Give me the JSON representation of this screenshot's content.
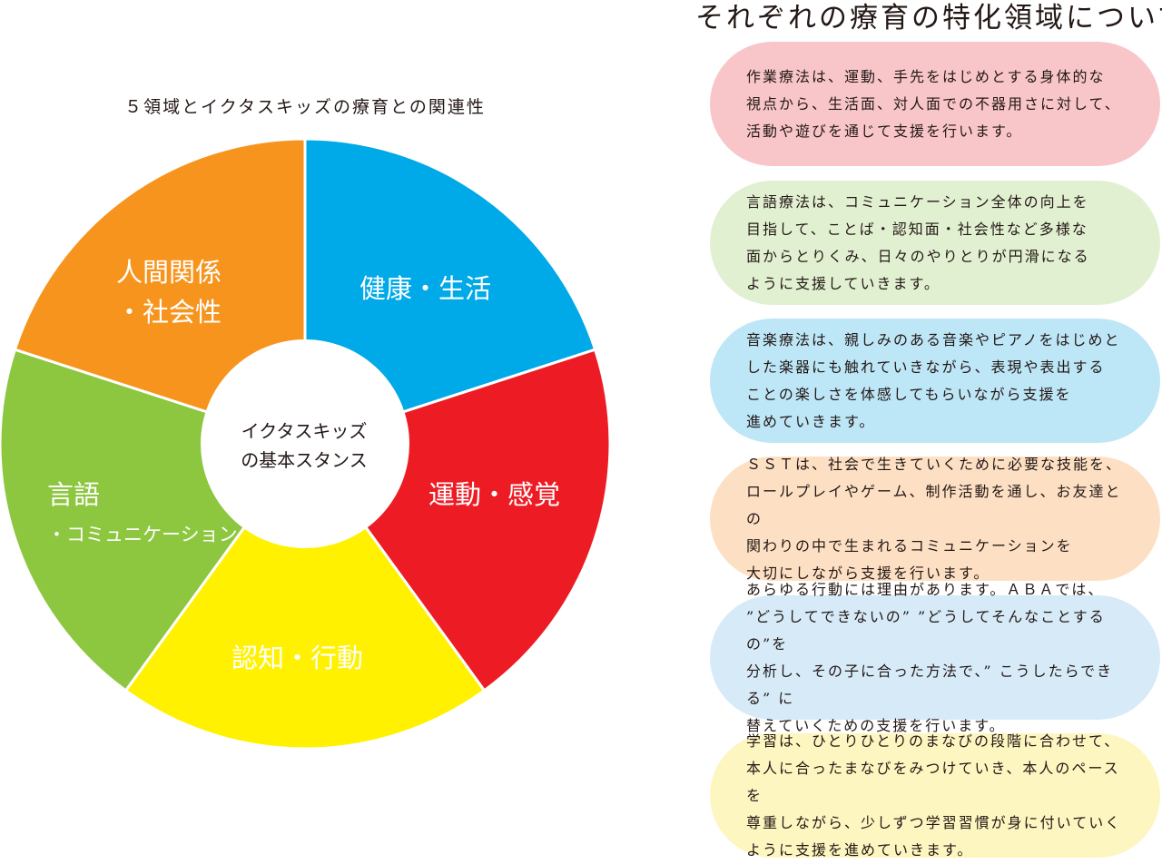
{
  "diagram": {
    "title": "５領域とイクタスキッズの療育との関連性",
    "center": [
      "イクタスキッズ",
      "の基本スタンス"
    ],
    "segments": [
      {
        "lines": [
          "健康・生活"
        ],
        "color": "#00A9E8"
      },
      {
        "lines": [
          "運動・感覚"
        ],
        "color": "#ED1C24"
      },
      {
        "lines": [
          "認知・行動"
        ],
        "color": "#FFF100"
      },
      {
        "lines": [
          "言語",
          "・コミュニケーション"
        ],
        "color": "#8DC63F"
      },
      {
        "lines": [
          "人間関係",
          "・社会性"
        ],
        "color": "#F7941D"
      }
    ]
  },
  "specialties": {
    "title": "それぞれの療育の特化領域について。",
    "cards": [
      {
        "text": "作業療法は、運動、手先をはじめとする身体的な\n視点から、生活面、対人面での不器用さに対して、\n活動や遊びを通じて支援を行います。",
        "color": "#F8C6C9"
      },
      {
        "text": "言語療法は、コミュニケーション全体の向上を\n目指して、ことば・認知面・社会性など多様な\n面からとりくみ、日々のやりとりが円滑になる\nように支援していきます。",
        "color": "#E2F0D2"
      },
      {
        "text": "音楽療法は、親しみのある音楽やピアノをはじめと\nした楽器にも触れていきながら、表現や表出する\nことの楽しさを体感してもらいながら支援を\n進めていきます。",
        "color": "#BDE6F7"
      },
      {
        "text": "ＳＳＴは、社会で生きていくために必要な技能を、\nロールプレイやゲーム、制作活動を通し、お友達との\n関わりの中で生まれるコミュニケーションを\n大切にしながら支援を行います。",
        "color": "#FDE0C4"
      },
      {
        "text": "あらゆる行動には理由があります。ＡＢＡでは、\n”どうしてできないの”  ”どうしてそんなことするの”を\n分析し、その子に合った方法で、” こうしたらできる” に\n替えていくための支援を行います。",
        "color": "#D6EAF8"
      },
      {
        "text": "学習は、ひとりひとりのまなびの段階に合わせて、\n本人に合ったまなびをみつけていき、本人のペースを\n尊重しながら、少しずつ学習習慣が身に付いていく\nように支援を進めていきます。",
        "color": "#FDF6C0"
      }
    ]
  }
}
